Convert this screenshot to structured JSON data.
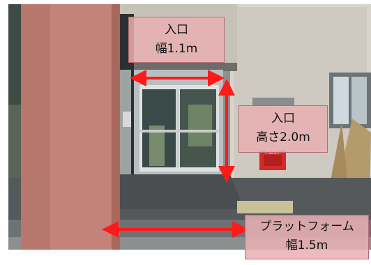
{
  "labels": {
    "entrance_width": {
      "title": "入口",
      "value": "幅1.1m"
    },
    "entrance_height": {
      "title": "入口",
      "value": "高さ2.0m"
    },
    "platform": {
      "title": "プラットフォーム",
      "value": "幅1.5m"
    }
  },
  "mailbox": {
    "text": "POST"
  },
  "colors": {
    "arrow": "#ff1a1a",
    "label_fill": "#e8b0b2",
    "pillar": "#c48378"
  }
}
